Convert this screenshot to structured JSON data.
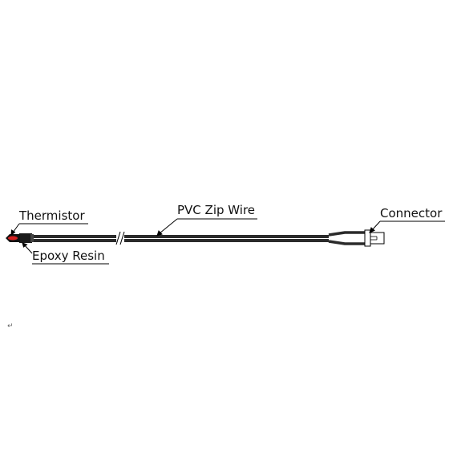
{
  "labels": {
    "thermistor": "Thermistor",
    "epoxy_resin": "Epoxy Resin",
    "wire": "PVC Zip Wire",
    "connector": "Connector"
  },
  "paragraph_mark": "↵",
  "colors": {
    "wire": "#2b2b2b",
    "thermistor_tip": "#d42020",
    "outline": "#000000"
  }
}
